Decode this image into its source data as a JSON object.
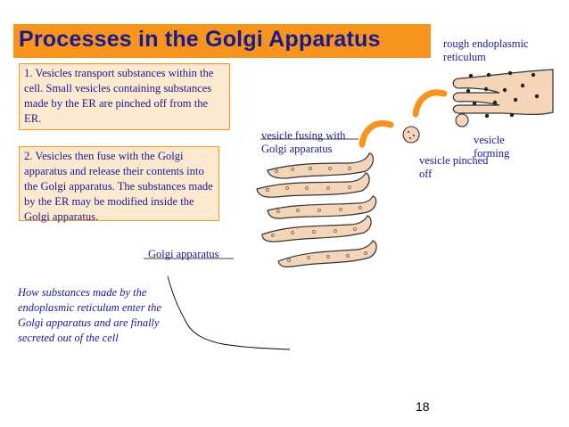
{
  "title": "Processes in the Golgi Apparatus",
  "info_boxes": [
    "1. Vesicles transport substances within the cell. Small vesicles containing substances made by the ER are pinched off from the ER.",
    "2. Vesicles then fuse with the Golgi apparatus and release their contents into the Golgi apparatus. The substances made by the ER may be modified inside the Golgi apparatus."
  ],
  "labels": {
    "rough_er": "rough endoplasmic reticulum",
    "vesicle_forming": "vesicle forming",
    "vesicle_pinched_off": "vesicle pinched off",
    "vesicle_fusing": "vesicle fusing with Golgi apparatus",
    "golgi_apparatus": "Golgi apparatus"
  },
  "caption": "How substances made by the endoplasmic reticulum enter the Golgi apparatus and are finally secreted out of the cell",
  "page_number": "18",
  "colors": {
    "title_bar": "#f7941d",
    "title_text": "#1a1a8c",
    "box_fill": "#fde9d0",
    "membrane_fill": "#f5d5b8",
    "arrow": "#f7941d"
  }
}
